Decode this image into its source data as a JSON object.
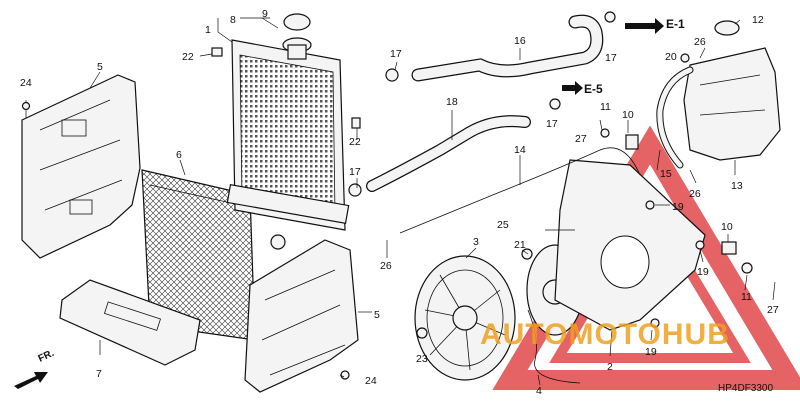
{
  "diagram": {
    "code": "HP4DF3300",
    "direction_label": "FR.",
    "refs": {
      "e1": "E-1",
      "e5": "E-5"
    },
    "callouts": {
      "c1": "1",
      "c2": "2",
      "c3": "3",
      "c4": "4",
      "c5a": "5",
      "c5b": "5",
      "c6": "6",
      "c7": "7",
      "c8": "8",
      "c9": "9",
      "c10a": "10",
      "c10b": "10",
      "c11a": "11",
      "c11b": "11",
      "c12": "12",
      "c13": "13",
      "c14": "14",
      "c15": "15",
      "c16": "16",
      "c17a": "17",
      "c17b": "17",
      "c17c": "17",
      "c17d": "17",
      "c18": "18",
      "c19a": "19",
      "c19b": "19",
      "c19c": "19",
      "c20": "20",
      "c21": "21",
      "c22a": "22",
      "c22b": "22",
      "c23": "23",
      "c24a": "24",
      "c24b": "24",
      "c25": "25",
      "c26a": "26",
      "c26b": "26",
      "c26c": "26",
      "c27a": "27",
      "c27b": "27"
    }
  },
  "watermark": {
    "text": "AUTOMOTOHUB",
    "color_red": "#e0383a",
    "color_orange": "#f0a020",
    "color_gray": "#9a9a9a"
  }
}
